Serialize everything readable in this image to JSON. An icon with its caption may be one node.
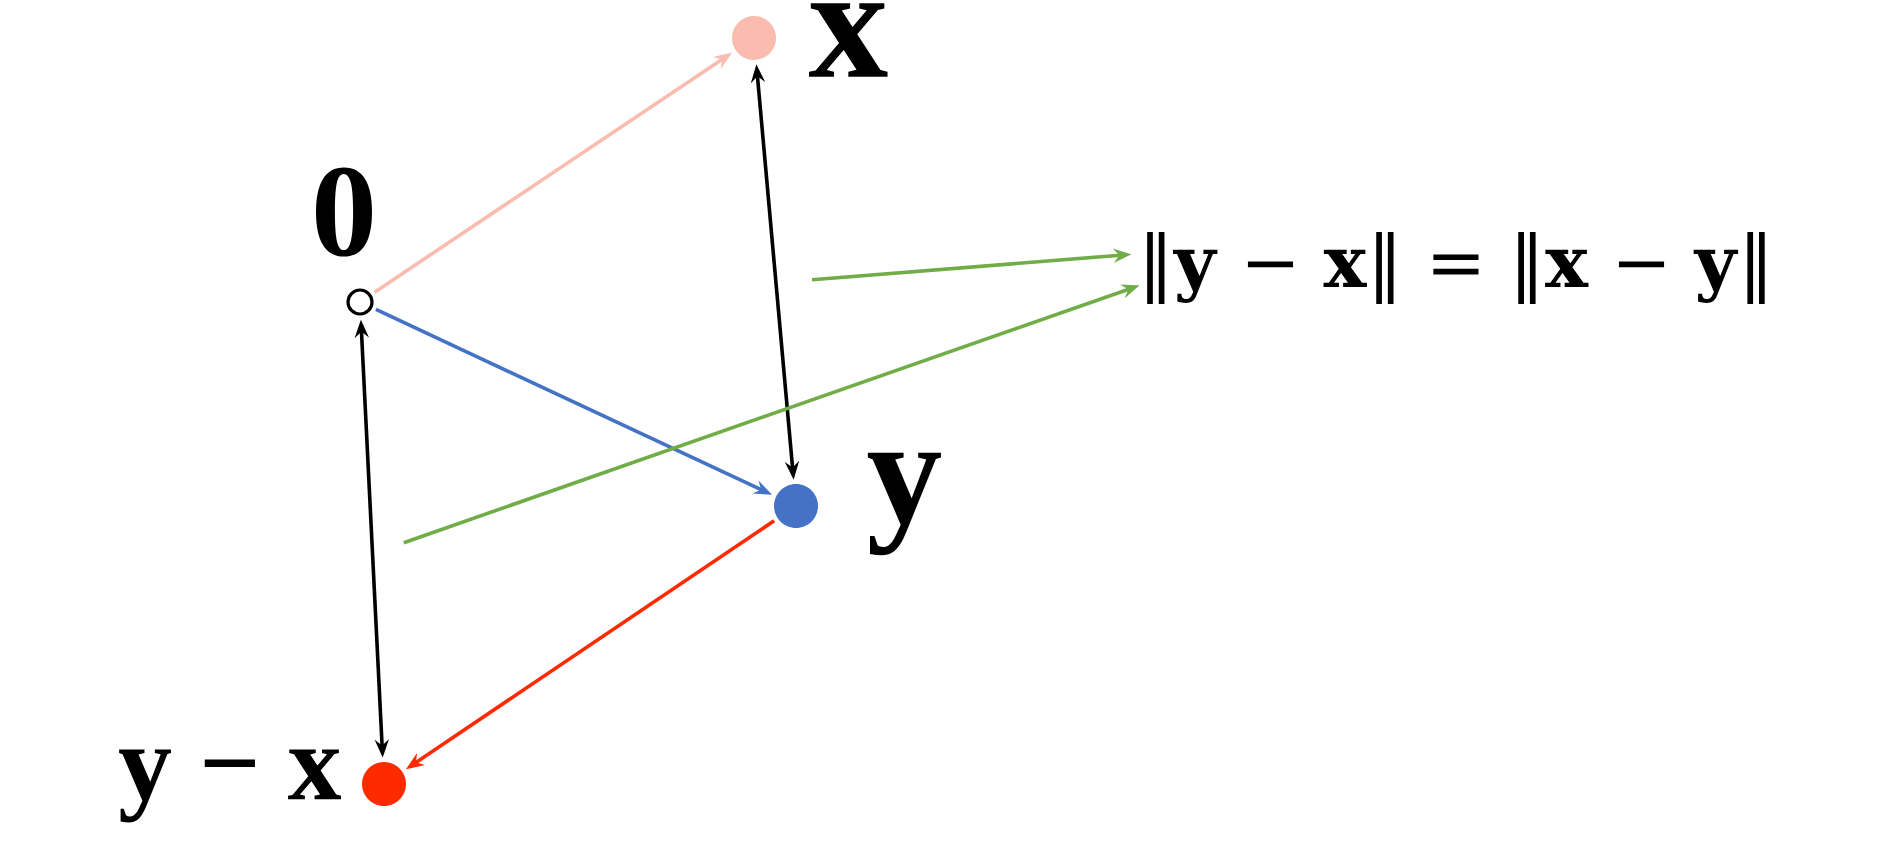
{
  "diagram": {
    "nodes": [
      {
        "text": [],
        "shape": "circle",
        "beside": [
          "0"
        ]
      },
      {
        "text": [],
        "shape": "circle",
        "beside": [
          "x"
        ]
      },
      {
        "text": [],
        "shape": "circle",
        "beside": [
          "y"
        ]
      },
      {
        "text": [],
        "shape": "circle",
        "beside": [
          "y − x"
        ]
      },
      {
        "text": [
          "‖**y** − **x**‖ = ‖**x** − **y**‖"
        ]
      }
    ],
    "edges": [
      {
        "from": 0,
        "to": 1,
        "arrow": "to",
        "color": "#fbbcb0"
      },
      {
        "from": 0,
        "to": 2,
        "arrow": "to",
        "color": "#4472c4"
      },
      {
        "from": 2,
        "to": 3,
        "arrow": "to",
        "color": "#ff2a00"
      },
      {
        "from": 0,
        "to": 3,
        "arrow": "both"
      },
      {
        "from": 1,
        "to": 2,
        "arrow": "both"
      },
      {
        "from": null,
        "to": 4,
        "arrow": "to",
        "color": "#70ad47"
      },
      {
        "from": null,
        "to": 4,
        "arrow": "to",
        "color": "#70ad47"
      }
    ]
  }
}
